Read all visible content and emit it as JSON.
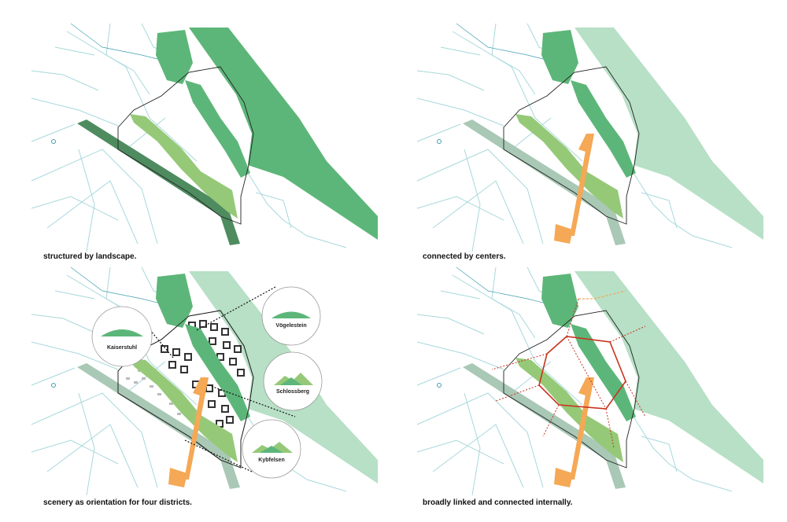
{
  "panels": [
    {
      "caption": "structured by landscape."
    },
    {
      "caption": "connected by centers."
    },
    {
      "caption": "scenery as orientation for four districts."
    },
    {
      "caption": "broadly linked and connected internally."
    }
  ],
  "landmarks": [
    "Kaiserstuhl",
    "Vögelestein",
    "Schlossberg",
    "Kybfelsen"
  ],
  "colors": {
    "forest": "#5db679",
    "forest_light": "#b7e0c6",
    "strip_dark": "#4e8c60",
    "strip_light": "#a9c8b6",
    "meadow": "#95c978",
    "center": "#f5a855",
    "network": "#c8321e",
    "streets": "#a8d8dc",
    "river": "#3f9fb0"
  }
}
